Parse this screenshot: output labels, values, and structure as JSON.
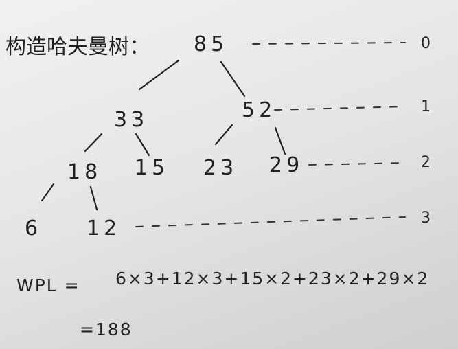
{
  "title": "构造哈夫曼树：",
  "nodes": {
    "root": "85",
    "n33": "33",
    "n52": "52",
    "n18": "18",
    "n15": "15",
    "n23": "23",
    "n29": "29",
    "n6": "6",
    "n12": "12"
  },
  "levels": [
    "0",
    "1",
    "2",
    "3"
  ],
  "formula": {
    "label": "WPL =",
    "expr": "6×3+12×3+15×2+23×2+29×2",
    "result": "=188"
  }
}
